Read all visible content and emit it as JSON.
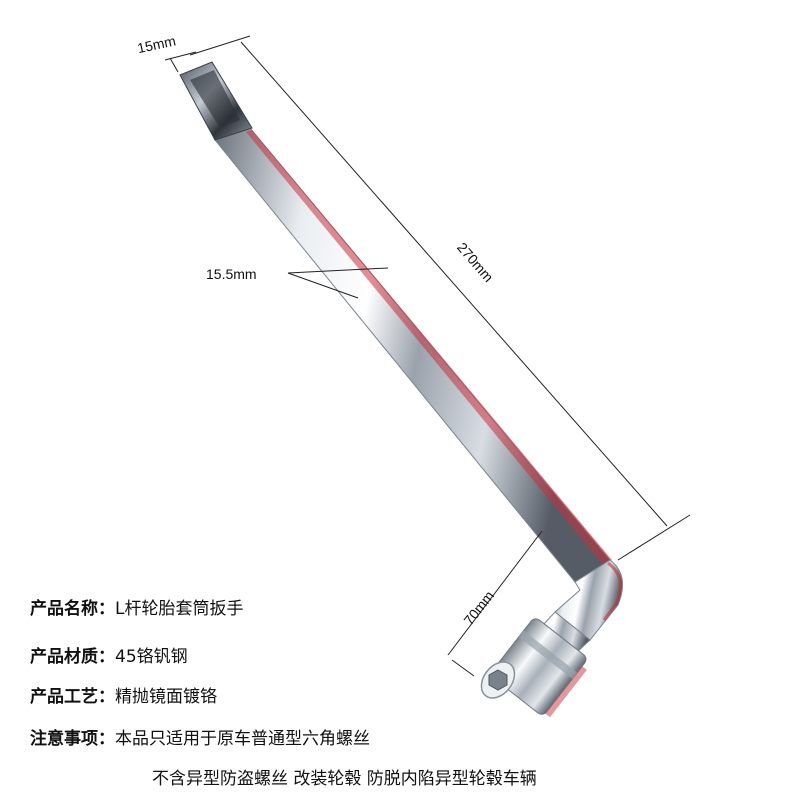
{
  "dimensions": {
    "tip_width": "15mm",
    "shaft_diameter": "15.5mm",
    "length": "270mm",
    "short_arm": "70mm"
  },
  "colors": {
    "chrome_light": "#f4f6f8",
    "chrome_mid": "#b9c0c8",
    "chrome_dark": "#5d6570",
    "reflection_red": "#c8323c",
    "line": "#222222"
  },
  "specs": [
    {
      "label": "产品名称：",
      "value": "L杆轮胎套筒扳手"
    },
    {
      "label": "产品材质：",
      "value": "45铬钒钢"
    },
    {
      "label": "产品工艺：",
      "value": "精抛镜面镀铬"
    },
    {
      "label": "注意事项：",
      "value": "本品只适用于原车普通型六角螺丝"
    }
  ],
  "note_continuation": "不含异型防盗螺丝 改装轮毂 防脱内陷异型轮毂车辆"
}
